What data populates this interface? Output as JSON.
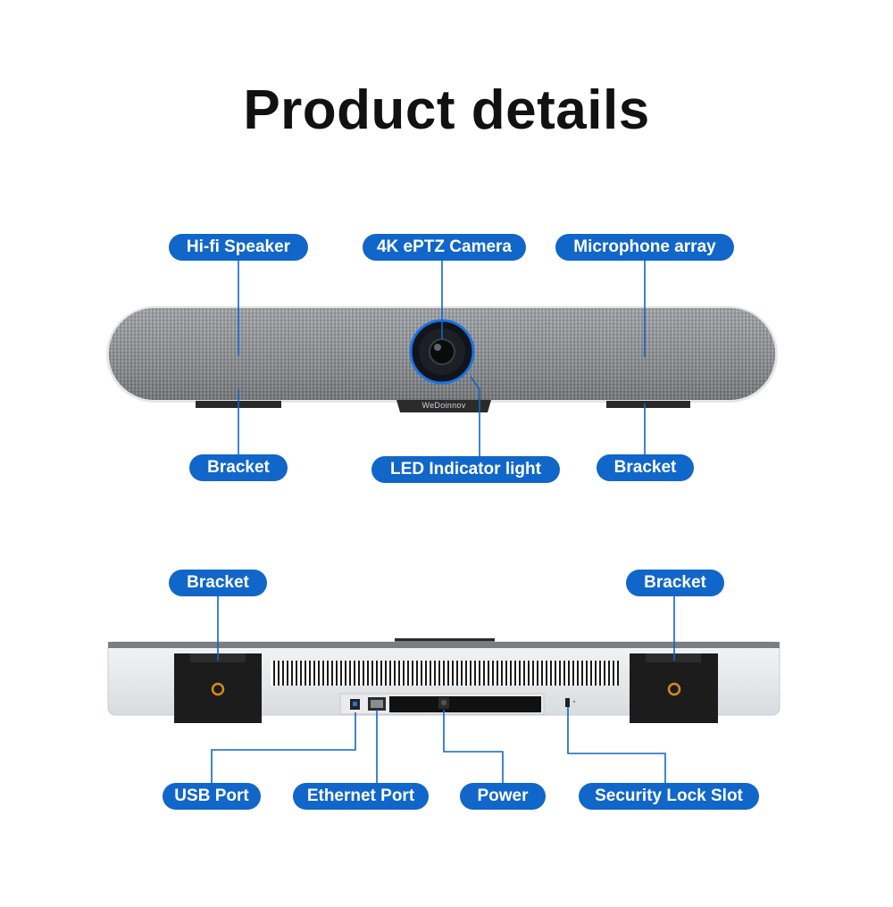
{
  "title": "Product details",
  "brand": "WeDoinnov",
  "front_labels": {
    "speaker": "Hi-fi Speaker",
    "camera": "4K ePTZ Camera",
    "mic": "Microphone array",
    "bracket_left": "Bracket",
    "led": "LED Indicator light",
    "bracket_right": "Bracket"
  },
  "back_labels": {
    "bracket_left": "Bracket",
    "bracket_right": "Bracket",
    "usb": "USB Port",
    "ethernet": "Ethernet Port",
    "power": "Power",
    "lock": "Security Lock Slot"
  },
  "colors": {
    "accent": "#1166c9",
    "connector": "#1166c9",
    "fabric": "#8a8d90"
  }
}
